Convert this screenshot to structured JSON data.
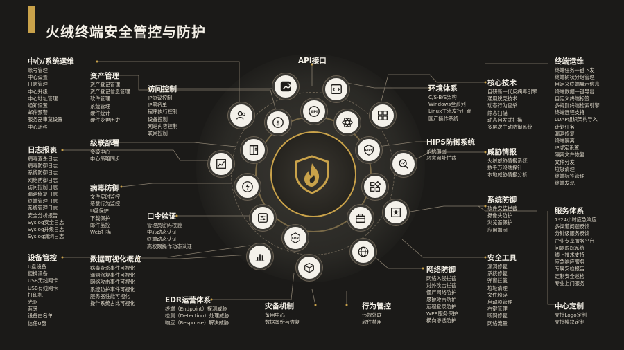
{
  "title": "火绒终端安全管控与防护",
  "sections": {
    "center": {
      "heading": "中心/系统运维",
      "items": [
        "账号管理",
        "中心设置",
        "日志管理",
        "中心升级",
        "中心地址管理",
        "通知设置",
        "邮件预警",
        "服务器审览设置",
        "中心迁移"
      ]
    },
    "asset": {
      "heading": "资产管理",
      "items": [
        "资产登记管理",
        "资产登记信息管理",
        "软件管理",
        "系统管理",
        "硬件统计",
        "硬件变更历史"
      ]
    },
    "access": {
      "heading": "访问控制",
      "items": [
        "IP协议控制",
        "IP黑名单",
        "程序执行控制",
        "设备控制",
        "网站内容控制",
        "联网控制"
      ]
    },
    "api": {
      "heading": "API接口",
      "items": []
    },
    "terminal": {
      "heading": "终端运维",
      "items": [
        "终端任务一键下发",
        "终端树状分组管理",
        "自定义终端展示信息",
        "终端数据一键导出",
        "自定义终端标签",
        "多规则终端检索引擎",
        "终端远程支持",
        "LDAP组织架构导入",
        "计划任务",
        "漏洞修复",
        "终端隔离",
        "IP绑定设置",
        "隔离文件恢复",
        "文件分发",
        "垃圾清理",
        "终端标签管理",
        "终端发现"
      ]
    },
    "env": {
      "heading": "环境体系",
      "items": [
        "C/S-B/S架构",
        "Windows全系列",
        "Linux主流发行厂商",
        "国产操作系统"
      ]
    },
    "core": {
      "heading": "核心技术",
      "items": [
        "自研新一代反病毒引擎",
        "通用脱壳技术",
        "动态行为查杀",
        "静态扫描",
        "动态启发式扫描",
        "多层次主动防御系统"
      ]
    },
    "log": {
      "heading": "日志报表",
      "items": [
        "病毒查杀日志",
        "病毒防御日志",
        "系统防御日志",
        "网络防御日志",
        "访问控制日志",
        "漏洞修复日志",
        "终端管理日志",
        "系统管理日志",
        "安全分析报告",
        "Syslog安全日志",
        "Syslog升级日志",
        "Syslog漏洞日志"
      ]
    },
    "cascade": {
      "heading": "级联部署",
      "items": [
        "多级中心",
        "中心策略同步"
      ]
    },
    "hips": {
      "heading": "HIPS防御系统",
      "items": [
        "系统加固",
        "恶意网址拦截"
      ]
    },
    "threat": {
      "heading": "威胁情报",
      "items": [
        "火绒威胁情报系统",
        "数千万终端探针",
        "本地威胁情报分析"
      ]
    },
    "virus": {
      "heading": "病毒防御",
      "items": [
        "文件实时监控",
        "恶意行为监控",
        "U盘保护",
        "下载保护",
        "邮件监控",
        "Web扫描"
      ]
    },
    "password": {
      "heading": "口令验证",
      "items": [
        "管理员密码校验",
        "中心动态认证",
        "终端动态认证",
        "高权限操作动态认证"
      ]
    },
    "sysdef": {
      "heading": "系统防御",
      "items": [
        "软件安装拦截",
        "摄像头防护",
        "浏览器保护",
        "应用加固"
      ]
    },
    "service": {
      "heading": "服务体系",
      "items": [
        "7*24小时应急响应",
        "多渠道问题反馈",
        "分钟级服务反馈",
        "企业专享服务平台",
        "问题跟踪系统",
        "线上技术支持",
        "应急响应服务",
        "专属安检报告",
        "定制安全巡检",
        "专业上门服务"
      ]
    },
    "device": {
      "heading": "设备管控",
      "items": [
        "U盘设备",
        "便携设备",
        "USB无线网卡",
        "USB有线网卡",
        "打印机",
        "光驱",
        "蓝牙",
        "设备白名单",
        "信任U盘"
      ]
    },
    "dataviz": {
      "heading": "数据可视化概览",
      "items": [
        "病毒查杀事件可视化",
        "漏洞修复事件可视化",
        "网络攻击事件可视化",
        "系统防护事件可视化",
        "服务器性能可视化",
        "操作系统占比可视化"
      ]
    },
    "edr": {
      "heading": "EDR运营体系",
      "items": [
        "终端（Endpoint）探测威胁",
        "检测（Detection）处理威胁",
        "响应（Response）解决威胁"
      ]
    },
    "disaster": {
      "heading": "灾备机制",
      "items": [
        "备用中心",
        "数据备份与恢复"
      ]
    },
    "behavior": {
      "heading": "行为管控",
      "items": [
        "违规外联",
        "软件禁用"
      ]
    },
    "network": {
      "heading": "网络防御",
      "items": [
        "网络入侵拦截",
        "对外攻击拦截",
        "僵尸网络防护",
        "暴破攻击防护",
        "远程登录防护",
        "WEB服务保护",
        "横向渗透防护"
      ]
    },
    "tools": {
      "heading": "安全工具",
      "items": [
        "漏洞修复",
        "系统修复",
        "弹窗拦截",
        "垃圾清理",
        "文件粉碎",
        "启动项管理",
        "右键管理",
        "断网修复",
        "网络流量"
      ]
    },
    "custom": {
      "heading": "中心定制",
      "items": [
        "支持Logo定制",
        "支持模块定制"
      ]
    }
  },
  "icons": {
    "hub": "flame-shield-icon",
    "api": "api-icon",
    "terminal": "code-window-icon",
    "env": "grid-icon",
    "access": "api-circle-icon",
    "asset": "dollar-icon",
    "core": "atom-icon",
    "center": "users-icon",
    "cascade": "book-icon",
    "hips": "hips-shield-icon",
    "threat": "magnifier-icon",
    "log": "chart-icon",
    "virus": "lightning-icon",
    "sysdef": "apps-grid-icon",
    "password": "sliders-icon",
    "edr": "edr-badge-icon",
    "tools": "toolbox-icon",
    "service": "star-frame-icon",
    "dataviz": "bar-chart-icon",
    "disaster": "box-icon",
    "network": "globe-icon"
  },
  "colors": {
    "background": "#1b1a18",
    "accent": "#c9a24a",
    "node": "#f4f1ea"
  }
}
